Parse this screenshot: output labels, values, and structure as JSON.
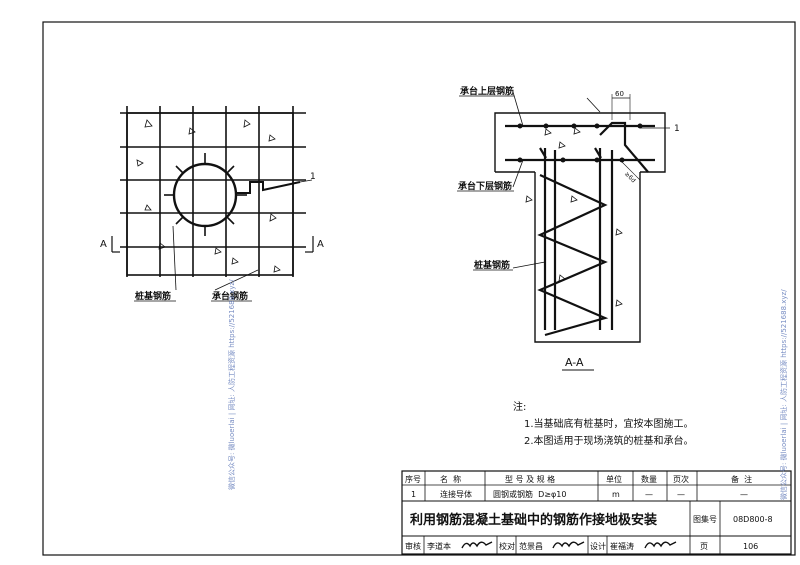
{
  "plan_view": {
    "callout_number": "1",
    "section_marker_left": "A",
    "section_marker_right": "A",
    "label_pile_rebar": "桩基钢筋",
    "label_cap_rebar": "承台钢筋"
  },
  "section_view": {
    "label_top_rebar": "承台上层钢筋",
    "label_bottom_rebar": "承台下层钢筋",
    "label_pile_rebar": "桩基钢筋",
    "dimension_60": "60",
    "dimension_6d": "≥6d",
    "callout_number": "1",
    "title": "A-A"
  },
  "notes": {
    "heading": "注:",
    "items": [
      "1.当基础底有桩基时，宜按本图施工。",
      "2.本图适用于现场浇筑的桩基和承台。"
    ]
  },
  "table": {
    "headers": [
      "序号",
      "名  称",
      "型 号 及 规 格",
      "单位",
      "数量",
      "页次",
      "备  注"
    ],
    "rows": [
      [
        "1",
        "连接导体",
        "圆钢或钢筋  D≥φ10",
        "m",
        "—",
        "—",
        "—"
      ]
    ]
  },
  "title_block": {
    "title": "利用钢筋混凝土基础中的钢筋作接地极安装",
    "atlas_label": "图集号",
    "atlas_value": "08D800-8",
    "review_label": "审核",
    "review_name": "李道本",
    "check_label": "校对",
    "check_name": "范景昌",
    "design_label": "设计",
    "design_name": "崔福涛",
    "page_label": "页",
    "page_value": "106"
  },
  "watermark": {
    "left": "微信公众号: 微luoerlai | 网址: 人防工程资源 https://521688.xyz/",
    "right": "微信公众号: 微luoerlai | 网址: 人防工程资源 https://521688.xyz/"
  }
}
